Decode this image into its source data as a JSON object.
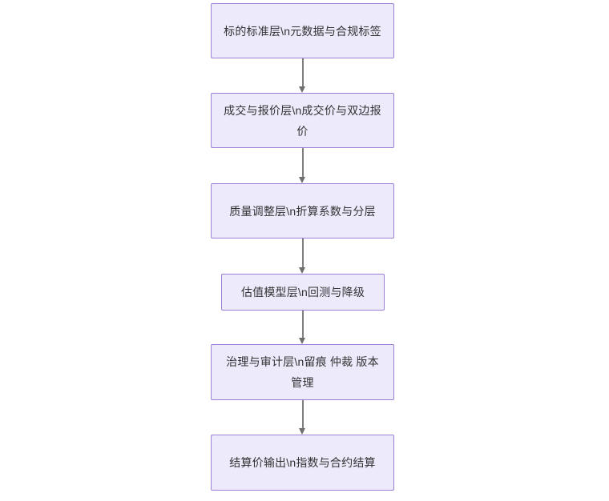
{
  "diagram": {
    "type": "flowchart",
    "direction": "top-to-bottom",
    "background_color": "#ffffff",
    "node_fill_color": "#ECEAFB",
    "node_border_color": "#9B7FD4",
    "node_text_color": "#333333",
    "edge_color": "#7f7f7f",
    "nodes": [
      {
        "id": "n1",
        "label": "标的标准层\\n元数据与合规标签"
      },
      {
        "id": "n2",
        "label": "成交与报价层\\n成交价与双边报价"
      },
      {
        "id": "n3",
        "label": "质量调整层\\n折算系数与分层"
      },
      {
        "id": "n4",
        "label": "估值模型层\\n回测与降级"
      },
      {
        "id": "n5",
        "label": "治理与审计层\\n留痕 仲裁 版本管理"
      },
      {
        "id": "n6",
        "label": "结算价输出\\n指数与合约结算"
      }
    ],
    "edges": [
      {
        "id": "e1",
        "from": "n1",
        "to": "n2",
        "label": ""
      },
      {
        "id": "e2",
        "from": "n2",
        "to": "n3",
        "label": ""
      },
      {
        "id": "e3",
        "from": "n3",
        "to": "n4",
        "label": ""
      },
      {
        "id": "e4",
        "from": "n4",
        "to": "n5",
        "label": ""
      },
      {
        "id": "e5",
        "from": "n5",
        "to": "n6",
        "label": ""
      }
    ]
  }
}
